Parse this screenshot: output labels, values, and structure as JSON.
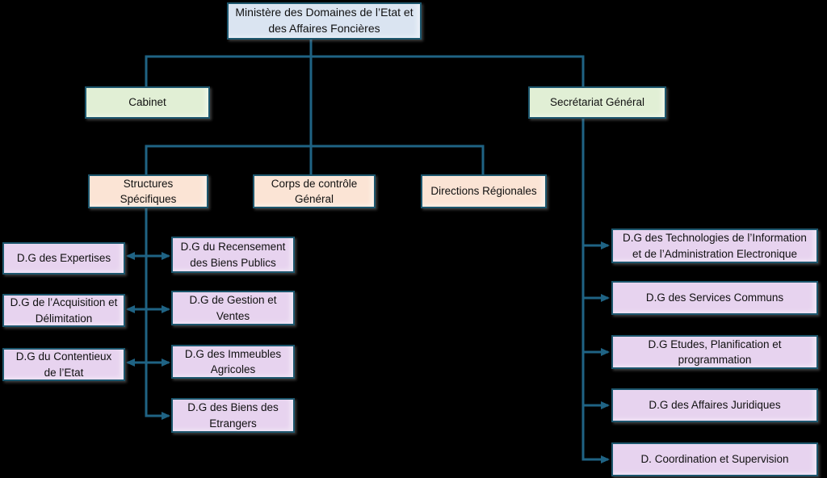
{
  "palette": {
    "background": "#000000",
    "line": "#1F6384",
    "border": "#1C566D",
    "fill_blue": "#DAE4F1",
    "fill_green": "#E1EFD5",
    "fill_peach": "#FBE4D5",
    "fill_purple": "#E7D3EF",
    "text": "#111111"
  },
  "org": {
    "root": {
      "label": "Ministère des Domaines de l’Etat et des Affaires Foncières"
    },
    "level2": [
      {
        "label": "Cabinet"
      },
      {
        "label": "Secrétariat Général"
      }
    ],
    "level3": [
      {
        "label": "Structures Spécifiques"
      },
      {
        "label": "Corps de contrôle Général"
      },
      {
        "label": "Directions Régionales"
      }
    ],
    "left_column": [
      {
        "label": "D.G des Expertises"
      },
      {
        "label": "D.G de l’Acquisition et Délimitation"
      },
      {
        "label": "D.G du Contentieux de l’Etat"
      }
    ],
    "middle_column": [
      {
        "label": "D.G du Recensement des Biens Publics"
      },
      {
        "label": "D.G de Gestion et Ventes"
      },
      {
        "label": "D.G des Immeubles Agricoles"
      },
      {
        "label": "D.G des Biens des Etrangers"
      }
    ],
    "right_column": [
      {
        "label": "D.G des Technologies de l’Information et de l’Administration Electronique"
      },
      {
        "label": "D.G des Services Communs"
      },
      {
        "label": "D.G Etudes, Planification et programmation"
      },
      {
        "label": "D.G des Affaires Juridiques"
      },
      {
        "label": "D. Coordination et Supervision"
      }
    ]
  }
}
